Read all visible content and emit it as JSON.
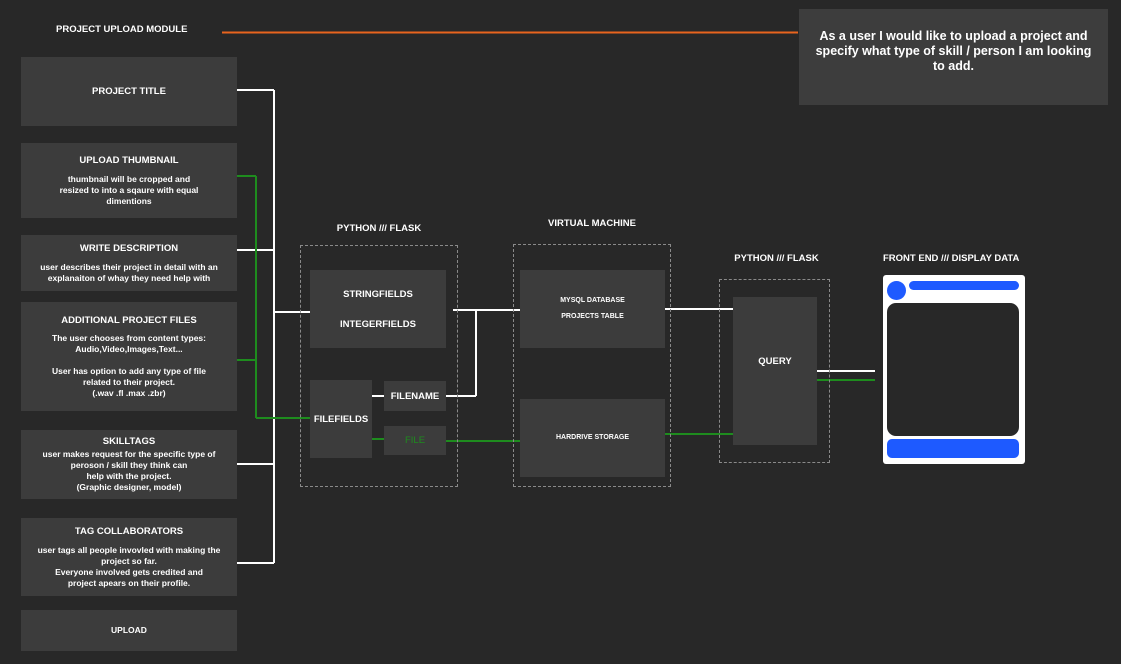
{
  "module_title": "PROJECT UPLOAD MODULE",
  "user_story": "As a user I would like to upload a project and specify what type of skill / person I am looking to add.",
  "form_fields": [
    {
      "title": "PROJECT TITLE",
      "desc": ""
    },
    {
      "title": "UPLOAD THUMBNAIL",
      "desc": "thumbnail will be cropped and\nresized to into a sqaure with equal\ndimentions"
    },
    {
      "title": "WRITE DESCRIPTION",
      "desc": "user describes their project in detail with an\nexplanaiton of whay they need help with"
    },
    {
      "title": "ADDITIONAL PROJECT FILES",
      "desc": "The user chooses from content types:\nAudio,Video,Images,Text...\n\nUser has option to add any type of file\nrelated to their project.\n(.wav .fl .max .zbr)"
    },
    {
      "title": "SKILLTAGS",
      "desc": "user makes request  for the specific type of\nperoson / skill they think can\nhelp with the project.\n(Graphic designer, model)"
    },
    {
      "title": "TAG COLLABORATORS",
      "desc": "user tags all people invovled with making the\nproject so far.\nEveryone involved gets credited and\nproject apears on their profile."
    }
  ],
  "upload_button": "UPLOAD",
  "flask1": {
    "title": "PYTHON  ///  FLASK",
    "string_fields": "STRINGFIELDS",
    "integer_fields": "INTEGERFIELDS",
    "file_fields": "FILEFIELDS",
    "filename": "FILENAME",
    "file": "FILE"
  },
  "vm": {
    "title": "VIRTUAL MACHINE",
    "mysql": "MYSQL DATABASE",
    "projects_table": "PROJECTS TABLE",
    "hardrive": "HARDRIVE STORAGE"
  },
  "flask2": {
    "title": "PYTHON  /// FLASK",
    "query": "QUERY"
  },
  "frontend": {
    "title": "FRONT END /// DISPLAY DATA"
  },
  "colors": {
    "background": "#282828",
    "box": "#3c3c3c",
    "accent_orange": "#e8641e",
    "wire_white": "#ffffff",
    "wire_green": "#1e8c1e",
    "frontend_blue": "#1e5aff"
  }
}
